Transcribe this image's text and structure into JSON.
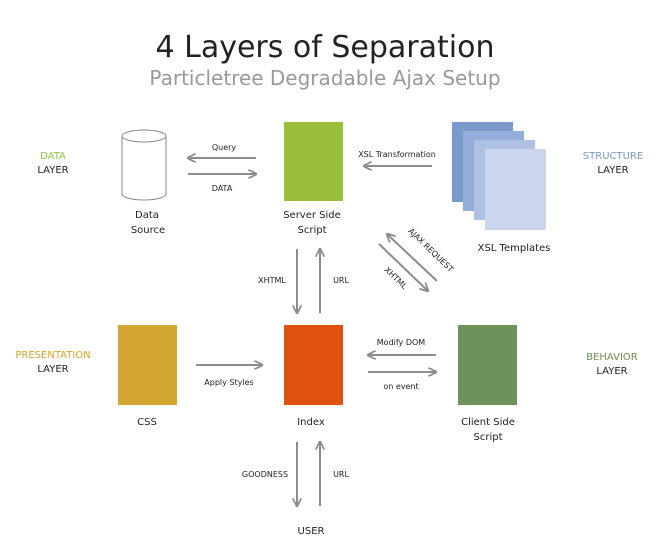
{
  "title": "4 Layers of Separation",
  "subtitle": "Particletree Degradable Ajax Setup",
  "colors": {
    "data": "#8dc63f",
    "structure": "#7a99c6",
    "presentation": "#d4a62a",
    "behavior": "#6b9150",
    "server_script": "#9abf3a",
    "css_box": "#d3a62f",
    "index_box": "#e0510e",
    "client_box": "#6b935b",
    "arrow": "#8c8c8c",
    "text": "#222222",
    "subtitle": "#999999",
    "template_shades": [
      "#7c99cc",
      "#93acd8",
      "#aec1e3",
      "#c9d6ee"
    ]
  },
  "layers": {
    "data": {
      "name": "DATA",
      "word": "LAYER"
    },
    "structure": {
      "name": "STRUCTURE",
      "word": "LAYER"
    },
    "presentation": {
      "name": "PRESENTATION",
      "word": "LAYER"
    },
    "behavior": {
      "name": "BEHAVIOR",
      "word": "LAYER"
    }
  },
  "nodes": {
    "data_source": [
      "Data",
      "Source"
    ],
    "server_script": [
      "Server Side",
      "Script"
    ],
    "xsl_templates": [
      "XSL Templates"
    ],
    "css": [
      "CSS"
    ],
    "index": [
      "Index"
    ],
    "client_script": [
      "Client Side",
      "Script"
    ],
    "user": [
      "USER"
    ]
  },
  "edges": {
    "query": "Query",
    "data": "DATA",
    "xsl_transformation": "XSL Transformation",
    "ajax_request": "AJAX REQUEST",
    "xhtml_diag": "XHTML",
    "xhtml_down": "XHTML",
    "url_up": "URL",
    "apply_styles": "Apply Styles",
    "modify_dom": "Modify DOM",
    "on_event": "on event",
    "goodness": "GOODNESS",
    "url_bottom": "URL"
  }
}
